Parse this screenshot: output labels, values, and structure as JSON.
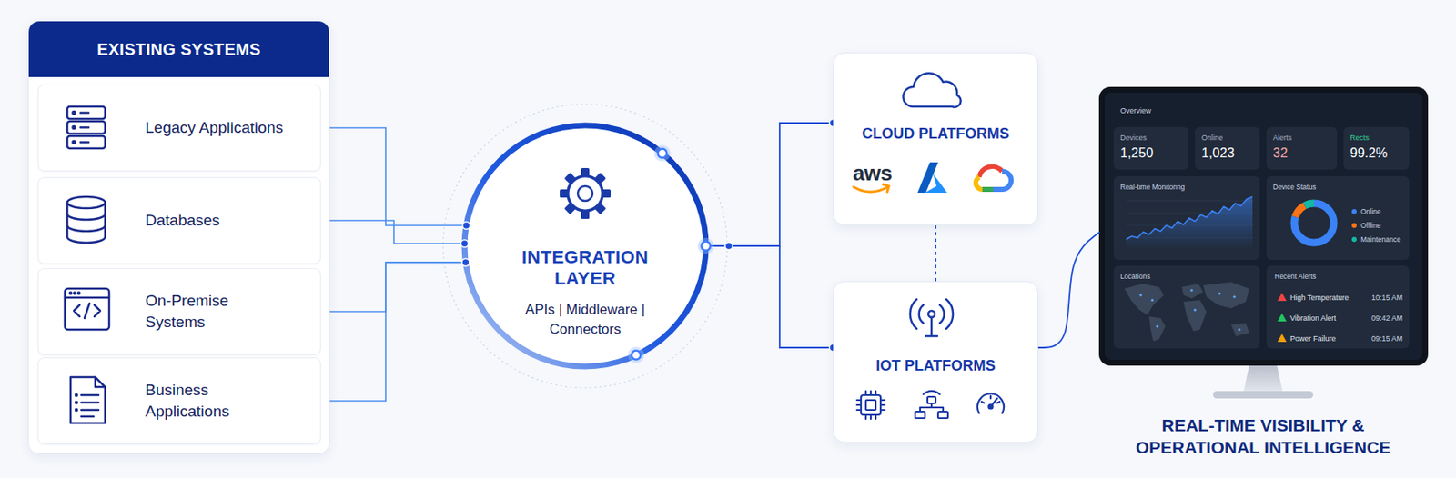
{
  "diagram": {
    "nodes": [
      {
        "text": [
          "EXISTING SYSTEMS"
        ]
      },
      {
        "text": [
          "Legacy Applications"
        ],
        "in": 0
      },
      {
        "text": [
          "Databases"
        ],
        "in": 0
      },
      {
        "text": [
          "On-Premise Systems"
        ],
        "in": 0
      },
      {
        "text": [
          "Business Applications"
        ],
        "in": 0
      },
      {
        "text": [
          "INTEGRATION LAYER",
          "APIs | Middleware | Connectors"
        ]
      },
      {
        "text": [
          "CLOUD PLATFORMS",
          "aws"
        ]
      },
      {
        "text": [
          "IOT PLATFORMS"
        ]
      },
      {
        "text": [
          "Overview",
          "REAL-TIME VISIBILITY & OPERATIONAL INTELLIGENCE"
        ]
      },
      {
        "text": [
          "Devices",
          "1,250"
        ],
        "in": 8
      },
      {
        "text": [
          "Online",
          "1,023"
        ],
        "in": 8
      },
      {
        "text": [
          "Alerts",
          "32"
        ],
        "in": 8
      },
      {
        "text": [
          "Rects",
          "99.2%"
        ],
        "in": 8
      },
      {
        "text": [
          "Real-time Monitoring"
        ],
        "in": 8
      },
      {
        "text": [
          "Device Status"
        ],
        "in": 8
      },
      {
        "text": [
          "Locations"
        ],
        "in": 8
      },
      {
        "text": [
          "Recent Alerts",
          "High Temperature",
          "10:15 AM",
          "Vibration Alert",
          "09:42 AM",
          "Power Failure",
          "09:15 AM"
        ],
        "in": 8
      }
    ],
    "edges": [
      {
        "from": 1,
        "to": 5,
        "arrow": "none"
      },
      {
        "from": 2,
        "to": 5,
        "arrow": "none"
      },
      {
        "from": 3,
        "to": 5,
        "arrow": "none"
      },
      {
        "from": 4,
        "to": 5,
        "arrow": "none"
      },
      {
        "from": 5,
        "to": 6,
        "arrow": "none"
      },
      {
        "from": 5,
        "to": 7,
        "arrow": "none"
      },
      {
        "from": 6,
        "to": 7,
        "arrow": "none"
      },
      {
        "from": 7,
        "to": 8,
        "arrow": "none"
      }
    ],
    "legend": [
      {
        "text": "Online",
        "color": "#3b82f6"
      },
      {
        "text": "Offline",
        "color": "#f97316"
      },
      {
        "text": "Maintenance",
        "color": "#14b8a6"
      }
    ]
  }
}
